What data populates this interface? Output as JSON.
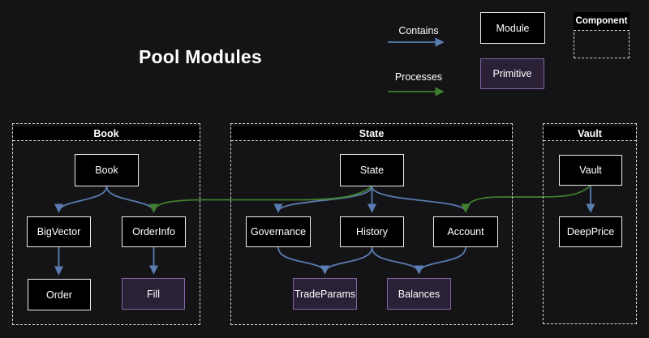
{
  "title": "Pool Modules",
  "legend": {
    "contains_label": "Contains",
    "processes_label": "Processes",
    "module_label": "Module",
    "primitive_label": "Primitive",
    "component_label": "Component"
  },
  "colors": {
    "background": "#141416",
    "node_fill": "#000000",
    "node_border": "#ededed",
    "primitive_fill": "#2a2136",
    "primitive_border": "#8265a5",
    "dashed_border": "#d6d6d6",
    "contains": "#5a7cb0",
    "processes": "#3f7e2e"
  },
  "containers": {
    "book": {
      "label": "Book",
      "nodes": {
        "book": {
          "label": "Book",
          "kind": "module"
        },
        "bigvector": {
          "label": "BigVector",
          "kind": "module"
        },
        "orderinfo": {
          "label": "OrderInfo",
          "kind": "module"
        },
        "order": {
          "label": "Order",
          "kind": "module"
        },
        "fill": {
          "label": "Fill",
          "kind": "primitive"
        }
      }
    },
    "state": {
      "label": "State",
      "nodes": {
        "state": {
          "label": "State",
          "kind": "module"
        },
        "governance": {
          "label": "Governance",
          "kind": "module"
        },
        "history": {
          "label": "History",
          "kind": "module"
        },
        "account": {
          "label": "Account",
          "kind": "module"
        },
        "tradeparams": {
          "label": "TradeParams",
          "kind": "primitive"
        },
        "balances": {
          "label": "Balances",
          "kind": "primitive"
        }
      }
    },
    "vault": {
      "label": "Vault",
      "nodes": {
        "vault": {
          "label": "Vault",
          "kind": "module"
        },
        "deepprice": {
          "label": "DeepPrice",
          "kind": "module"
        }
      }
    }
  },
  "edges": [
    {
      "from": "Book",
      "to": "BigVector",
      "type": "contains"
    },
    {
      "from": "Book",
      "to": "OrderInfo",
      "type": "contains"
    },
    {
      "from": "BigVector",
      "to": "Order",
      "type": "contains"
    },
    {
      "from": "OrderInfo",
      "to": "Fill",
      "type": "contains"
    },
    {
      "from": "State",
      "to": "Governance",
      "type": "contains"
    },
    {
      "from": "State",
      "to": "History",
      "type": "contains"
    },
    {
      "from": "State",
      "to": "Account",
      "type": "contains"
    },
    {
      "from": "Governance",
      "to": "TradeParams",
      "type": "contains"
    },
    {
      "from": "History",
      "to": "TradeParams",
      "type": "contains"
    },
    {
      "from": "History",
      "to": "Balances",
      "type": "contains"
    },
    {
      "from": "Account",
      "to": "Balances",
      "type": "contains"
    },
    {
      "from": "Vault",
      "to": "DeepPrice",
      "type": "contains"
    },
    {
      "from": "State",
      "to": "OrderInfo",
      "type": "processes"
    },
    {
      "from": "Vault",
      "to": "Account",
      "type": "processes"
    }
  ]
}
